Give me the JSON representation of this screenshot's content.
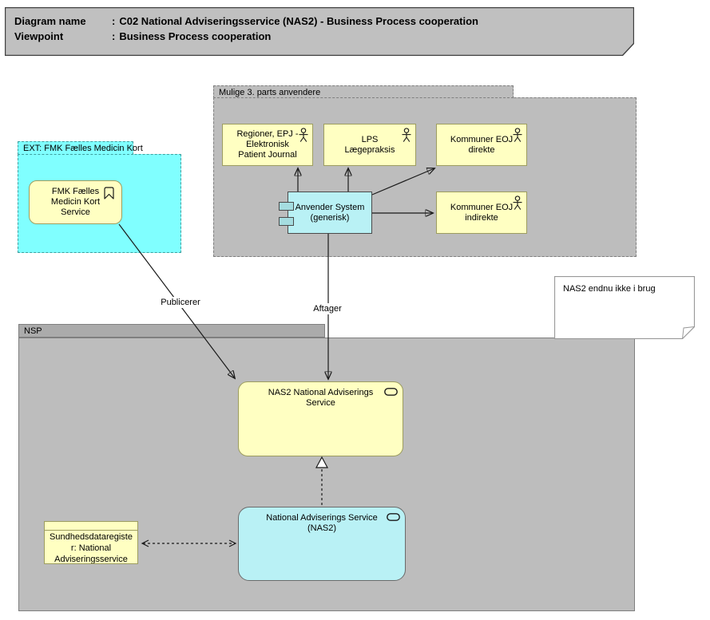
{
  "title_block": {
    "rows": [
      {
        "label": "Diagram name",
        "sep": ":",
        "value": "C02 National Adviseringsservice (NAS2) - Business Process cooperation"
      },
      {
        "label": "Viewpoint",
        "sep": ":",
        "value": "Business Process cooperation"
      }
    ]
  },
  "groups": {
    "third_party": {
      "label": "Mulige 3. parts anvendere"
    },
    "ext_fmk": {
      "label": "EXT: FMK Fælles Medicin Kort"
    },
    "nsp": {
      "label": "NSP"
    }
  },
  "nodes": {
    "regioner": {
      "lines": [
        "Regioner, EPJ -",
        "Elektronisk",
        "Patient Journal"
      ],
      "icon": "actor"
    },
    "lps": {
      "lines": [
        "LPS",
        "Lægepraksis"
      ],
      "icon": "actor"
    },
    "kommuner_direkte": {
      "lines": [
        "Kommuner EOJ",
        "direkte"
      ],
      "icon": "actor"
    },
    "kommuner_indirekte": {
      "lines": [
        "Kommuner EOJ",
        "indirekte"
      ],
      "icon": "actor"
    },
    "anvender": {
      "lines": [
        "Anvender System",
        "(generisk)"
      ],
      "icon": "component"
    },
    "fmk_service": {
      "lines": [
        "FMK Fælles",
        "Medicin Kort",
        "Service"
      ],
      "icon": "event-bookmark"
    },
    "nas2_service": {
      "lines": [
        "NAS2 National Adviserings",
        "Service"
      ],
      "icon": "service-oval"
    },
    "nas2_app": {
      "lines": [
        "National Adviserings Service",
        "(NAS2)"
      ],
      "icon": "service-oval"
    },
    "sundhedsregister": {
      "lines": [
        "Sundhedsdataregiste",
        "r: National",
        "Adviseringsservice"
      ],
      "icon": "none"
    }
  },
  "note": {
    "text": "NAS2 endnu ikke i brug"
  },
  "edges": {
    "publicerer_label": "Publicerer",
    "aftager_label": "Aftager"
  },
  "icons": {
    "actor": "stick-figure",
    "service-oval": "stadium-outline",
    "event-bookmark": "bookmark-ribbon",
    "component": "two-tab-rectangles",
    "note": "folded-corner-rectangle"
  },
  "colors": {
    "title_fill": "#c0c0c0",
    "title_border": "#404040",
    "group_gray_fill": "#bdbdbd",
    "nsp_tab_fill": "#ababab",
    "group_border": "#7f7f7f",
    "ext_fill": "#80ffff",
    "ext_border": "#3fa0a0",
    "yellow_fill": "#ffffc2",
    "yellow_border": "#9d9d60",
    "cyan_fill": "#b9f1f5",
    "cyan_accent_fill": "#a5dde0",
    "node_border_dark": "#4a4a4a",
    "note_border": "#999999",
    "edge": "#1a1a1a"
  }
}
